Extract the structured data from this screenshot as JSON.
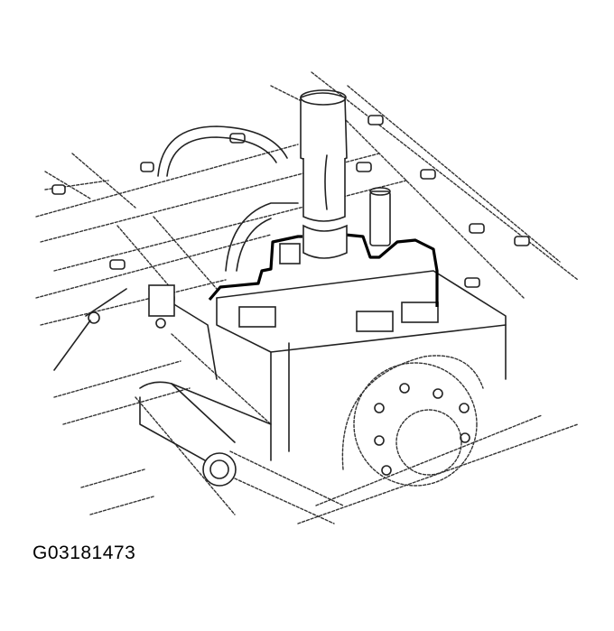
{
  "figure": {
    "type": "technical-line-drawing",
    "subject": "engine cylinder block with bearing cap seal outline and installation tool",
    "caption_id": "G03181473",
    "colors": {
      "background": "#ffffff",
      "line": "#222222",
      "seal_outline": "#000000"
    }
  }
}
